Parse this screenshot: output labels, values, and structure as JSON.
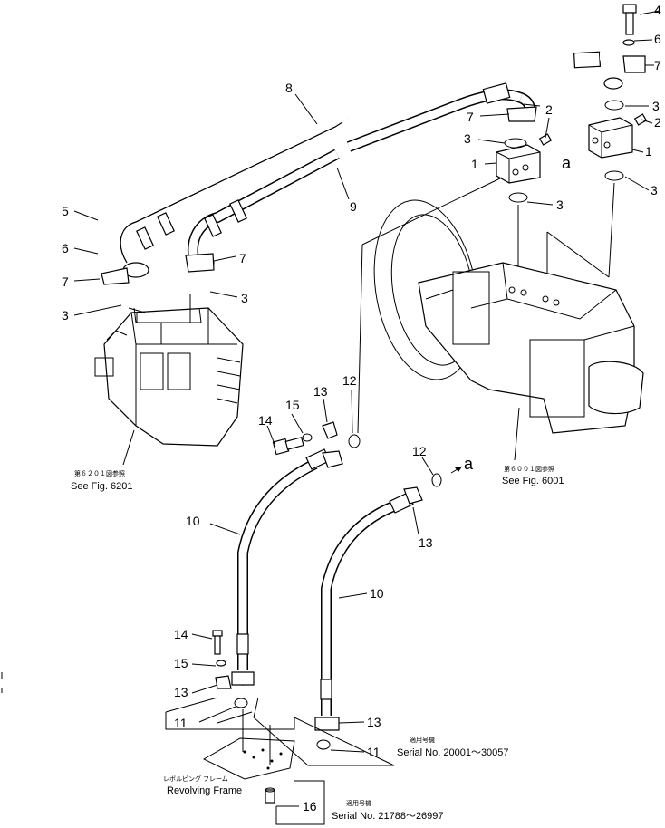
{
  "callouts": {
    "c1a": "1",
    "c1b": "1",
    "c2a": "2",
    "c2b": "2",
    "c3a": "3",
    "c3b": "3",
    "c3c": "3",
    "c3d": "3",
    "c3e": "3",
    "c3f": "3",
    "c4": "4",
    "c5": "5",
    "c6a": "6",
    "c6b": "6",
    "c7a": "7",
    "c7b": "7",
    "c7c": "7",
    "c7d": "7",
    "c8": "8",
    "c9": "9",
    "c10a": "10",
    "c10b": "10",
    "c11a": "11",
    "c11b": "11",
    "c12a": "12",
    "c12b": "12",
    "c13a": "13",
    "c13b": "13",
    "c13c": "13",
    "c13d": "13",
    "c14a": "14",
    "c14b": "14",
    "c15a": "15",
    "c15b": "15",
    "c16": "16",
    "a1": "a",
    "a2": "a"
  },
  "references": {
    "fig6201_jp": "第６２０１図参照",
    "fig6201_en": "See Fig. 6201",
    "fig6001_jp": "第６００１図参照",
    "fig6001_en": "See Fig. 6001"
  },
  "serials": {
    "s1_jp": "適用号機",
    "s1_en": "Serial No. 20001～30057",
    "s2_jp": "適用号機",
    "s2_en": "Serial No. 21788～26997"
  },
  "frame": {
    "jp": "レボルビング フレーム",
    "en": "Revolving Frame"
  }
}
